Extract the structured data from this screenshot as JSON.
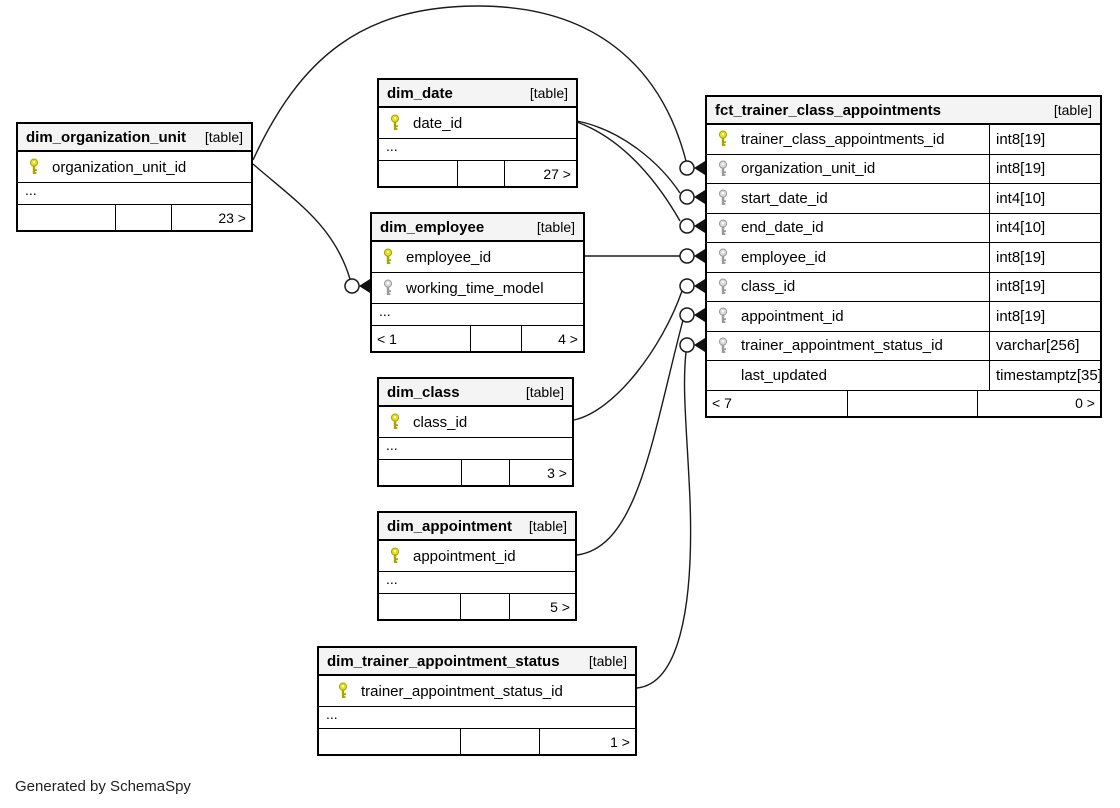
{
  "footer_note": "Generated by SchemaSpy",
  "colors": {
    "pk_key_fill": "#e3de12",
    "pk_key_stroke": "#a8a400",
    "fk_key_fill": "#d9d9d9",
    "fk_key_stroke": "#9a9a9a",
    "header_bg": "#f4f4f4",
    "border": "#000000"
  },
  "tables": {
    "dim_organization_unit": {
      "name": "dim_organization_unit",
      "badge": "[table]",
      "columns": [
        {
          "name": "organization_unit_id",
          "key": "pk"
        }
      ],
      "ellipsis": "...",
      "footer": [
        "",
        "",
        "23 >"
      ]
    },
    "dim_date": {
      "name": "dim_date",
      "badge": "[table]",
      "columns": [
        {
          "name": "date_id",
          "key": "pk"
        }
      ],
      "ellipsis": "...",
      "footer": [
        "",
        "",
        "27 >"
      ]
    },
    "dim_employee": {
      "name": "dim_employee",
      "badge": "[table]",
      "columns": [
        {
          "name": "employee_id",
          "key": "pk"
        },
        {
          "name": "working_time_model",
          "key": "fk"
        }
      ],
      "ellipsis": "...",
      "footer": [
        "< 1",
        "",
        "4 >"
      ]
    },
    "dim_class": {
      "name": "dim_class",
      "badge": "[table]",
      "columns": [
        {
          "name": "class_id",
          "key": "pk"
        }
      ],
      "ellipsis": "...",
      "footer": [
        "",
        "",
        "3 >"
      ]
    },
    "dim_appointment": {
      "name": "dim_appointment",
      "badge": "[table]",
      "columns": [
        {
          "name": "appointment_id",
          "key": "pk"
        }
      ],
      "ellipsis": "...",
      "footer": [
        "",
        "",
        "5 >"
      ]
    },
    "dim_trainer_appointment_status": {
      "name": "dim_trainer_appointment_status",
      "badge": "[table]",
      "columns": [
        {
          "name": "trainer_appointment_status_id",
          "key": "pk"
        }
      ],
      "ellipsis": "...",
      "footer": [
        "",
        "",
        "1 >"
      ]
    },
    "fct_trainer_class_appointments": {
      "name": "fct_trainer_class_appointments",
      "badge": "[table]",
      "columns": [
        {
          "name": "trainer_class_appointments_id",
          "type": "int8[19]",
          "key": "pk"
        },
        {
          "name": "organization_unit_id",
          "type": "int8[19]",
          "key": "fk"
        },
        {
          "name": "start_date_id",
          "type": "int4[10]",
          "key": "fk"
        },
        {
          "name": "end_date_id",
          "type": "int4[10]",
          "key": "fk"
        },
        {
          "name": "employee_id",
          "type": "int8[19]",
          "key": "fk"
        },
        {
          "name": "class_id",
          "type": "int8[19]",
          "key": "fk"
        },
        {
          "name": "appointment_id",
          "type": "int8[19]",
          "key": "fk"
        },
        {
          "name": "trainer_appointment_status_id",
          "type": "varchar[256]",
          "key": "fk"
        },
        {
          "name": "last_updated",
          "type": "timestamptz[35]",
          "key": "none"
        }
      ],
      "footer": [
        "< 7",
        "",
        "0 >"
      ]
    }
  },
  "relationships": [
    {
      "from": "dim_organization_unit.organization_unit_id",
      "to": "fct_trainer_class_appointments.organization_unit_id"
    },
    {
      "from": "dim_organization_unit.organization_unit_id",
      "to": "dim_employee.working_time_model"
    },
    {
      "from": "dim_date.date_id",
      "to": "fct_trainer_class_appointments.start_date_id"
    },
    {
      "from": "dim_date.date_id",
      "to": "fct_trainer_class_appointments.end_date_id"
    },
    {
      "from": "dim_employee.employee_id",
      "to": "fct_trainer_class_appointments.employee_id"
    },
    {
      "from": "dim_class.class_id",
      "to": "fct_trainer_class_appointments.class_id"
    },
    {
      "from": "dim_appointment.appointment_id",
      "to": "fct_trainer_class_appointments.appointment_id"
    },
    {
      "from": "dim_trainer_appointment_status.trainer_appointment_status_id",
      "to": "fct_trainer_class_appointments.trainer_appointment_status_id"
    }
  ]
}
